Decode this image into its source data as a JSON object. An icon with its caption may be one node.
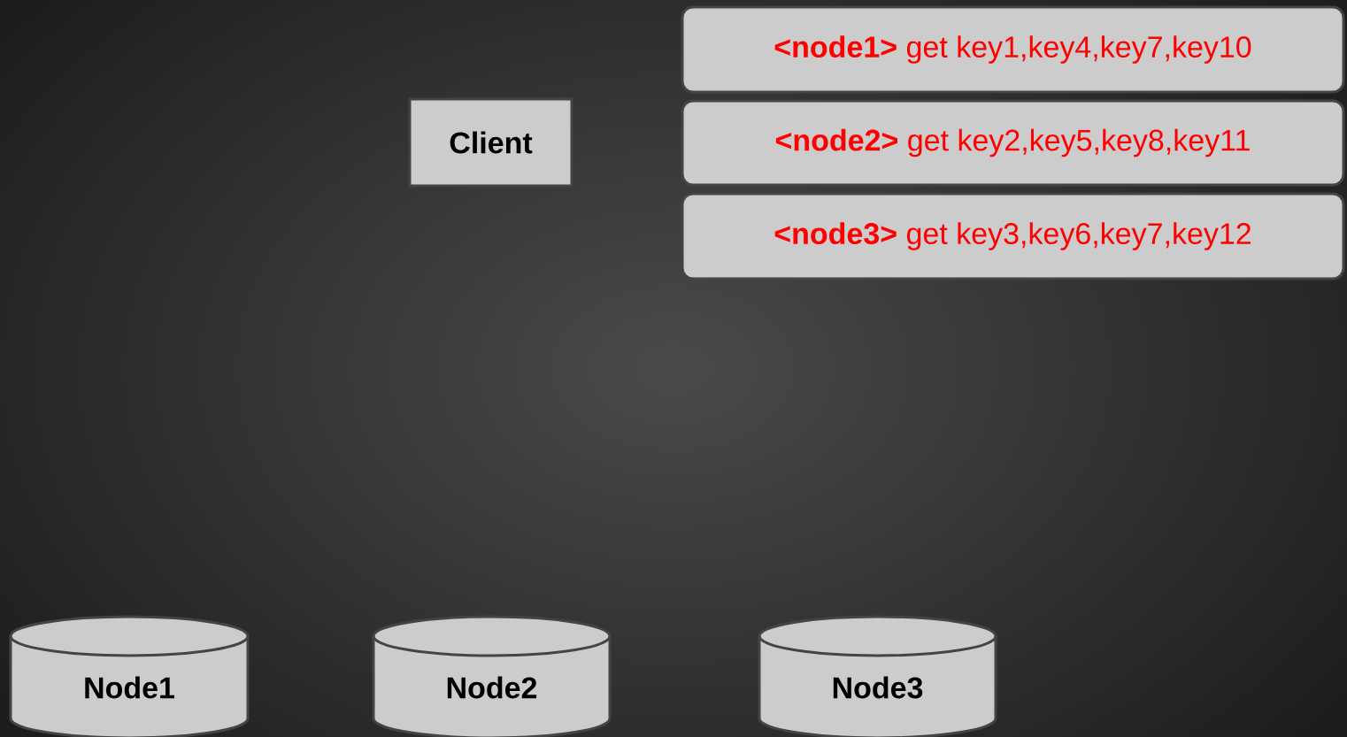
{
  "diagram": {
    "nodes": [
      {
        "text": [
          "Client"
        ]
      },
      {
        "text": [
          "**<node1>** get key1,key4,key7,key10"
        ]
      },
      {
        "text": [
          "**<node2>** get key2,key5,key8,key11"
        ]
      },
      {
        "text": [
          "**<node3>** get key3,key6,key7,key12"
        ]
      },
      {
        "text": [
          "Node1"
        ]
      },
      {
        "text": [
          "Node2"
        ]
      },
      {
        "text": [
          "Node3"
        ]
      }
    ]
  }
}
